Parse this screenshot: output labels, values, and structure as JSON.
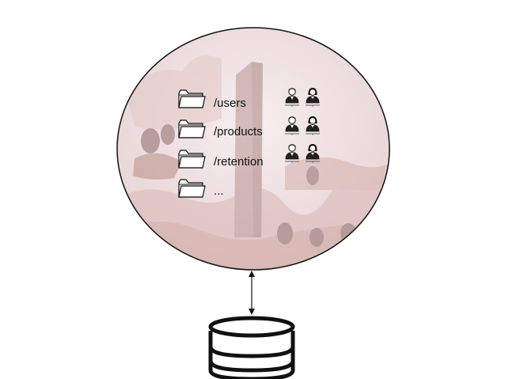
{
  "folders": [
    {
      "icon": "folder-icon",
      "label": "/users"
    },
    {
      "icon": "folder-icon",
      "label": "/products"
    },
    {
      "icon": "folder-icon",
      "label": "/retention"
    },
    {
      "icon": "folder-icon",
      "label": "..."
    }
  ],
  "user_rows": [
    {
      "icons": [
        "male-user-icon",
        "female-user-icon"
      ]
    },
    {
      "icons": [
        "male-user-icon",
        "female-user-icon"
      ]
    },
    {
      "icons": [
        "male-user-icon",
        "female-user-icon"
      ]
    }
  ],
  "storage": {
    "icon": "database-icon"
  },
  "colors": {
    "circle_fill": "#efe3e6",
    "circle_stroke": "#111111",
    "scene_tone": "#c9a7a2",
    "monolith": "#c7aaa9",
    "ink": "#111111"
  }
}
